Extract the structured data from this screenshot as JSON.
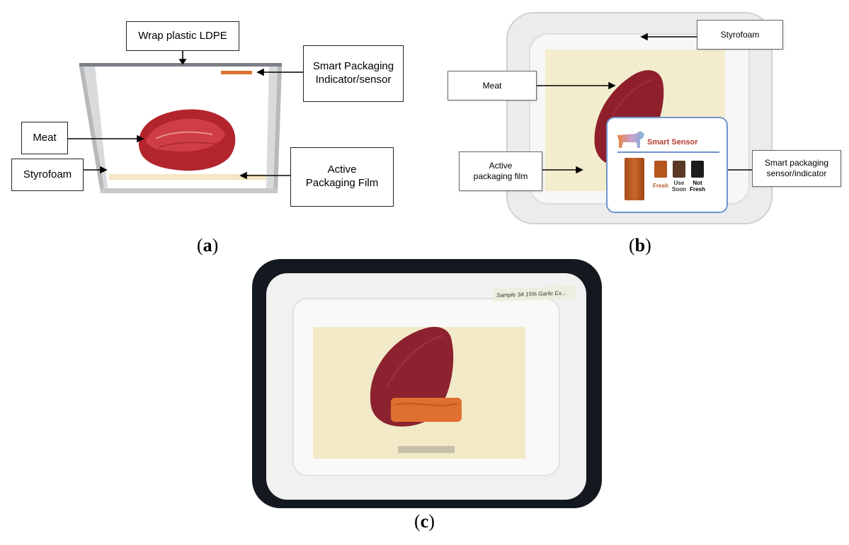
{
  "panel_a": {
    "labels": {
      "wrap": "Wrap plastic LDPE",
      "smart": "Smart Packaging\nIndicator/sensor",
      "meat": "Meat",
      "active": "Active\nPackaging Film",
      "styrofoam": "Styrofoam"
    },
    "caption": "a"
  },
  "panel_b": {
    "labels": {
      "styrofoam": "Styrofoam",
      "meat": "Meat",
      "active": "Active\npackaging film",
      "smart": "Smart packaging\nsensor/indicator"
    },
    "sensor": {
      "title": "Smart Sensor",
      "states": [
        {
          "label": "Fresh",
          "color": "#b5561f"
        },
        {
          "label": "Use\nSoon",
          "color": "#5a3a26"
        },
        {
          "label": "Not\nFresh",
          "color": "#1c1c1c"
        }
      ]
    },
    "caption": "b"
  },
  "panel_c": {
    "note": "Sample 3A 15% Garlic Ex...",
    "caption": "c"
  },
  "colors": {
    "meat": "#9a2a2a",
    "sensor_fresh": "#b5561f",
    "film": "#f3edc8",
    "tray": "#f2f2f2",
    "frame": "#14181f"
  }
}
